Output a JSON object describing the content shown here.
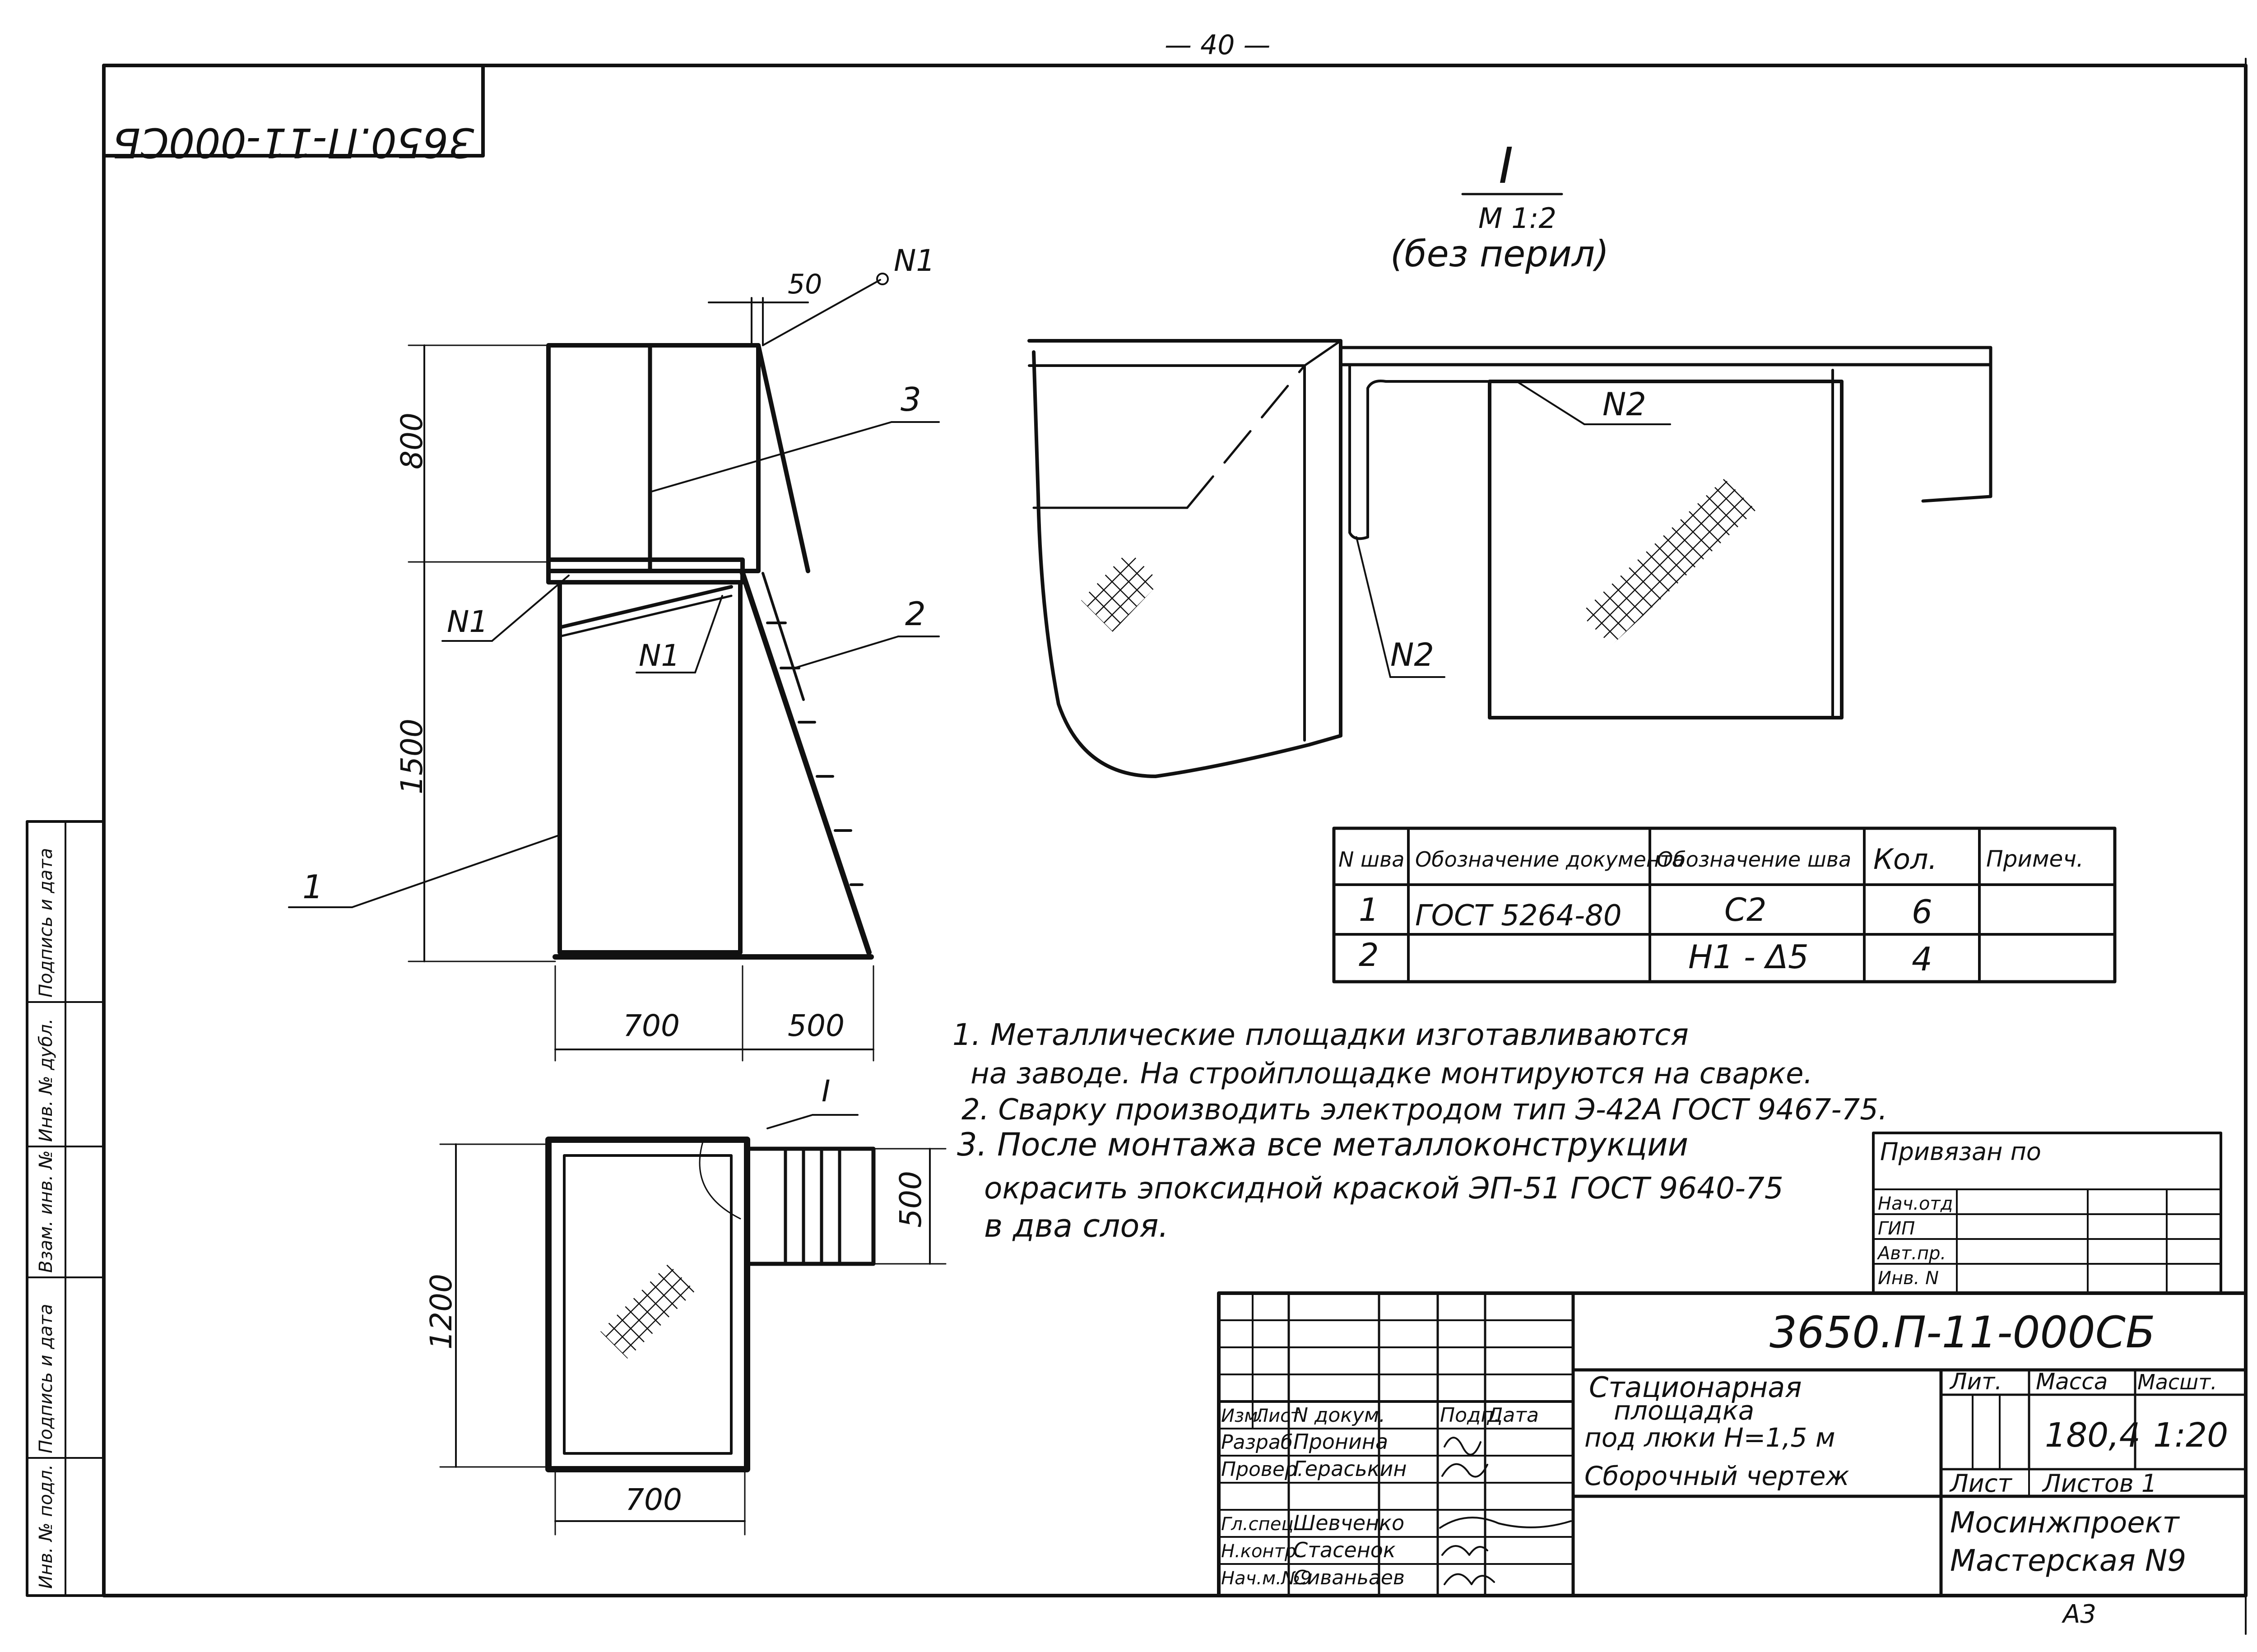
{
  "page_number": "— 40 —",
  "stamp_code": "3650.П-11-000СБ",
  "side_stamp": [
    "Инв. № подл.",
    "Подпись и дата",
    "Взам. инв. №",
    "Инв. № дубл.",
    "Подпись и дата"
  ],
  "elevation": {
    "dim_top": "50",
    "dim_railing": "800",
    "dim_height": "1500",
    "dim_width_a": "700",
    "dim_width_b": "500",
    "weld_1": "N1",
    "weld_2": "N1",
    "weld_3": "N1",
    "pos_1": "1",
    "pos_2": "2",
    "pos_3": "3"
  },
  "plan": {
    "dim_length": "1200",
    "dim_stair": "500",
    "dim_width": "700",
    "section_mark": "I"
  },
  "detail": {
    "title": "I",
    "scale": "М 1:2",
    "note": "(без перил)",
    "weld_a": "N2",
    "weld_b": "N2"
  },
  "weld_table": {
    "headers": [
      "N шва",
      "Обозначение документа",
      "Обозначение шва",
      "Кол.",
      "Примеч."
    ],
    "rows": [
      [
        "1",
        "ГОСТ 5264-80",
        "С2",
        "6",
        ""
      ],
      [
        "2",
        "",
        "Н1 - Δ5",
        "4",
        ""
      ]
    ]
  },
  "notes": [
    "1. Металлические площадки изготавливаются",
    "на заводе. На стройплощадке монтируются на сварке.",
    "2. Сварку производить электродом тип Э-42А ГОСТ 9467-75.",
    "3. После монтажа все металлоконструкции",
    "окрасить эпоксидной краской ЭП-51 ГОСТ 9640-75",
    "в два слоя."
  ],
  "binding": {
    "title": "Привязан по",
    "rows": [
      "Нач.отд",
      "ГИП",
      "Авт.пр.",
      "Инв. N"
    ]
  },
  "title_block": {
    "doc_code": "3650.П-11-000СБ",
    "name": [
      "Стационарная",
      "площадка",
      "под люки  Н=1,5 м"
    ],
    "subtitle": "Сборочный чертеж",
    "headers": [
      "Изм.",
      "Лист",
      "N докум.",
      "Подп.",
      "Дата"
    ],
    "people": [
      [
        "Разраб.",
        "Пронина"
      ],
      [
        "Провер.",
        "Гераськин"
      ],
      [
        "Гл.спец.",
        "Шевченко"
      ],
      [
        "Н.контр.",
        "Стасенок"
      ],
      [
        "Нач.м.№9",
        "Сиваньаев"
      ]
    ],
    "lit_label": "Лит.",
    "mass_label": "Масса",
    "scale_label": "Масшт.",
    "mass": "180,4",
    "scale": "1:20",
    "sheet_label": "Лист",
    "sheets_label": "Листов 1",
    "org": [
      "Мосинжпроект",
      "Мастерская N9"
    ],
    "format": "А3"
  }
}
